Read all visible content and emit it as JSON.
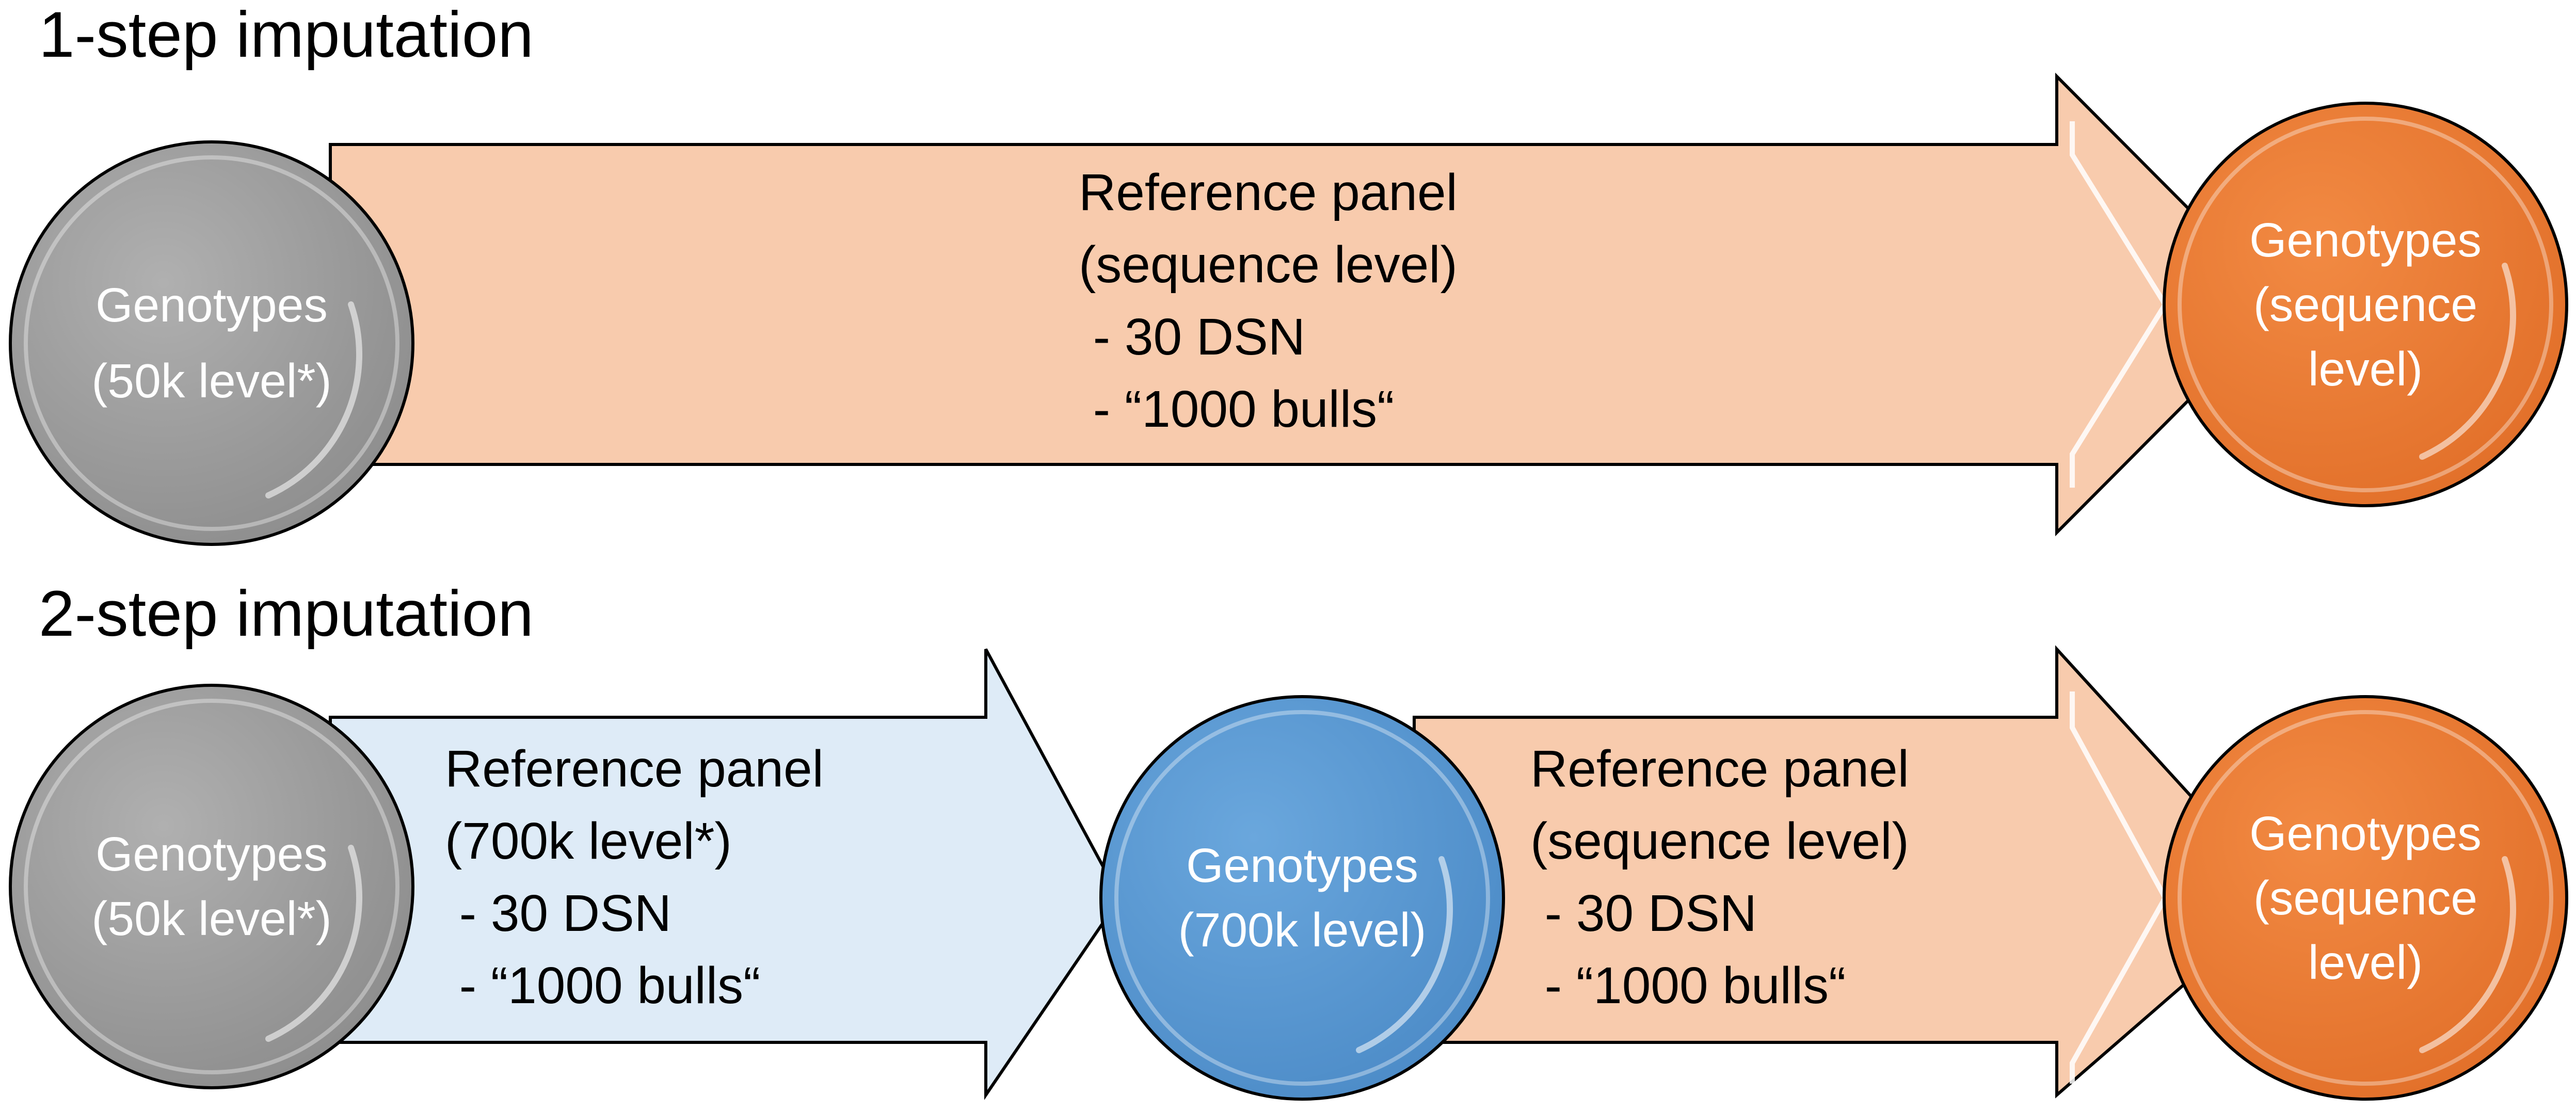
{
  "colors": {
    "gray_circle": "#9c9c9c",
    "orange_circle": "#ed7d31",
    "blue_circle": "#5b9bd5",
    "orange_arrow": "#f8cbad",
    "blue_arrow": "#deebf7"
  },
  "one_step": {
    "title": "1-step imputation",
    "input": {
      "line1": "Genotypes",
      "line2": "(50k level*)"
    },
    "panel": {
      "line1": "Reference panel",
      "line2": "(sequence level)",
      "item1": " - 30 DSN",
      "item2": " - “1000 bulls“"
    },
    "output": {
      "line1": "Genotypes",
      "line2": "(sequence",
      "line3": "level)"
    }
  },
  "two_step": {
    "title": "2-step imputation",
    "input": {
      "line1": "Genotypes",
      "line2": "(50k level*)"
    },
    "panel1": {
      "line1": "Reference panel",
      "line2": "(700k level*)",
      "item1": " - 30 DSN",
      "item2": " - “1000 bulls“"
    },
    "middle": {
      "line1": "Genotypes",
      "line2": "(700k level)"
    },
    "panel2": {
      "line1": "Reference panel",
      "line2": "(sequence level)",
      "item1": " - 30 DSN",
      "item2": " - “1000 bulls“"
    },
    "output": {
      "line1": "Genotypes",
      "line2": "(sequence",
      "line3": "level)"
    }
  }
}
